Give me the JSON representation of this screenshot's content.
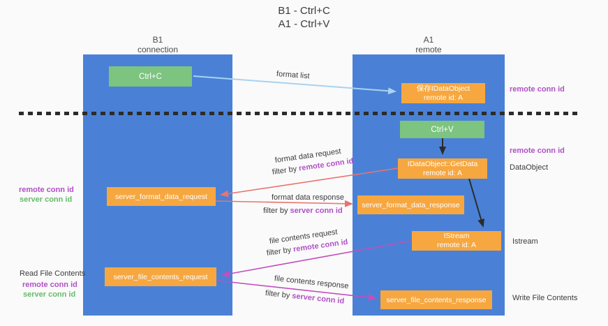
{
  "title": {
    "line1": "B1 - Ctrl+C",
    "line2": "A1 - Ctrl+V"
  },
  "lanes": {
    "left": {
      "name": "B1",
      "role": "connection"
    },
    "right": {
      "name": "A1",
      "role": "remote"
    }
  },
  "nodes": {
    "ctrl_c": {
      "label": "Ctrl+C"
    },
    "save_idataobject": {
      "line1": "保存IDataObject",
      "line2": "remote id: A"
    },
    "ctrl_v": {
      "label": "Ctrl+V"
    },
    "getdata": {
      "line1": "IDataObject::GetData",
      "line2": "remote id: A"
    },
    "format_request": {
      "label": "server_format_data_request"
    },
    "format_response": {
      "label": "server_format_data_response"
    },
    "istream": {
      "line1": "IStream",
      "line2": "remote id: A"
    },
    "file_request": {
      "label": "server_file_contents_request"
    },
    "file_response": {
      "label": "server_file_contents_response"
    }
  },
  "flow_labels": {
    "format_list": "format list",
    "format_data_request": "format data request",
    "format_data_request_filter": {
      "prefix": "filter by ",
      "value": "remote conn id"
    },
    "format_data_response": "format data response",
    "format_data_response_filter": {
      "prefix": "filter by ",
      "value": "server conn id"
    },
    "file_contents_request": "file contents request",
    "file_contents_request_filter": {
      "prefix": "filter by ",
      "value": "remote conn id"
    },
    "file_contents_response": "file contents response",
    "file_contents_response_filter": {
      "prefix": "filter by ",
      "value": "server conn id"
    }
  },
  "side_labels": {
    "right_top_conn": "remote conn id",
    "right_mid_conn": "remote conn id",
    "dataobject": "DataObject",
    "istream": "Istream",
    "write_file": "Write File Contents",
    "left_mid_remote": "remote conn id",
    "left_mid_server": "server conn id",
    "read_file": "Read File Contents",
    "left_bottom_remote": "remote conn id",
    "left_bottom_server": "server conn id"
  },
  "colors": {
    "background": "#fafafa",
    "lane_blue": "#4a81d6",
    "box_green": "#7cc47f",
    "box_orange": "#f7a73f",
    "accent_purple": "#b050c6",
    "accent_green": "#66bb6a",
    "arrow_blue": "#a9d2f0",
    "arrow_red": "#e8746e",
    "arrow_magenta": "#c24fbc",
    "arrow_black": "#2b2b2b"
  }
}
